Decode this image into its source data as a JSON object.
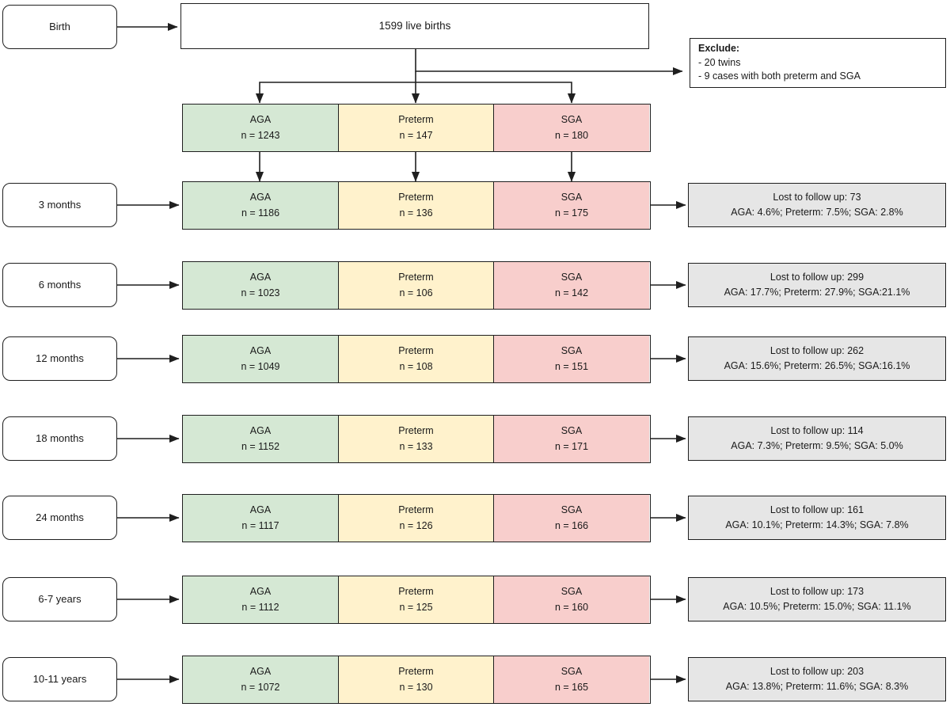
{
  "colors": {
    "aga": "#d5e8d4",
    "preterm": "#fff2cc",
    "sga": "#f8cecc",
    "loss": "#e6e6e6",
    "stroke": "#1f1f1f",
    "background": "#ffffff"
  },
  "birth": {
    "stage_label": "Birth",
    "total_label": "1599 live births"
  },
  "exclude": {
    "title": "Exclude:",
    "line1": "- 20 twins",
    "line2": "- 9 cases with both preterm and SGA"
  },
  "group_names": {
    "aga": "AGA",
    "preterm": "Preterm",
    "sga": "SGA"
  },
  "baseline": {
    "aga_n": "n = 1243",
    "preterm_n": "n = 147",
    "sga_n": "n = 180"
  },
  "rows": [
    {
      "stage": "3 months",
      "aga_n": "n = 1186",
      "preterm_n": "n = 136",
      "sga_n": "n = 175",
      "loss_count": "Lost to follow up: 73",
      "loss_pct": "AGA: 4.6%; Preterm: 7.5%; SGA: 2.8%"
    },
    {
      "stage": "6 months",
      "aga_n": "n = 1023",
      "preterm_n": "n = 106",
      "sga_n": "n = 142",
      "loss_count": "Lost to follow up: 299",
      "loss_pct": "AGA: 17.7%; Preterm: 27.9%; SGA:21.1%"
    },
    {
      "stage": "12 months",
      "aga_n": "n = 1049",
      "preterm_n": "n = 108",
      "sga_n": "n = 151",
      "loss_count": "Lost to follow up: 262",
      "loss_pct": "AGA: 15.6%; Preterm: 26.5%; SGA:16.1%"
    },
    {
      "stage": "18 months",
      "aga_n": "n = 1152",
      "preterm_n": "n = 133",
      "sga_n": "n = 171",
      "loss_count": "Lost to follow up: 114",
      "loss_pct": "AGA: 7.3%; Preterm: 9.5%; SGA: 5.0%"
    },
    {
      "stage": "24 months",
      "aga_n": "n = 1117",
      "preterm_n": "n = 126",
      "sga_n": "n = 166",
      "loss_count": "Lost to follow up: 161",
      "loss_pct": "AGA: 10.1%; Preterm: 14.3%; SGA: 7.8%"
    },
    {
      "stage": "6-7 years",
      "aga_n": "n = 1112",
      "preterm_n": "n = 125",
      "sga_n": "n = 160",
      "loss_count": "Lost to follow up: 173",
      "loss_pct": "AGA: 10.5%; Preterm: 15.0%; SGA: 11.1%"
    },
    {
      "stage": "10-11 years",
      "aga_n": "n = 1072",
      "preterm_n": "n = 130",
      "sga_n": "n = 165",
      "loss_count": "Lost to follow up: 203",
      "loss_pct": "AGA: 13.8%; Preterm: 11.6%; SGA: 8.3%"
    }
  ]
}
